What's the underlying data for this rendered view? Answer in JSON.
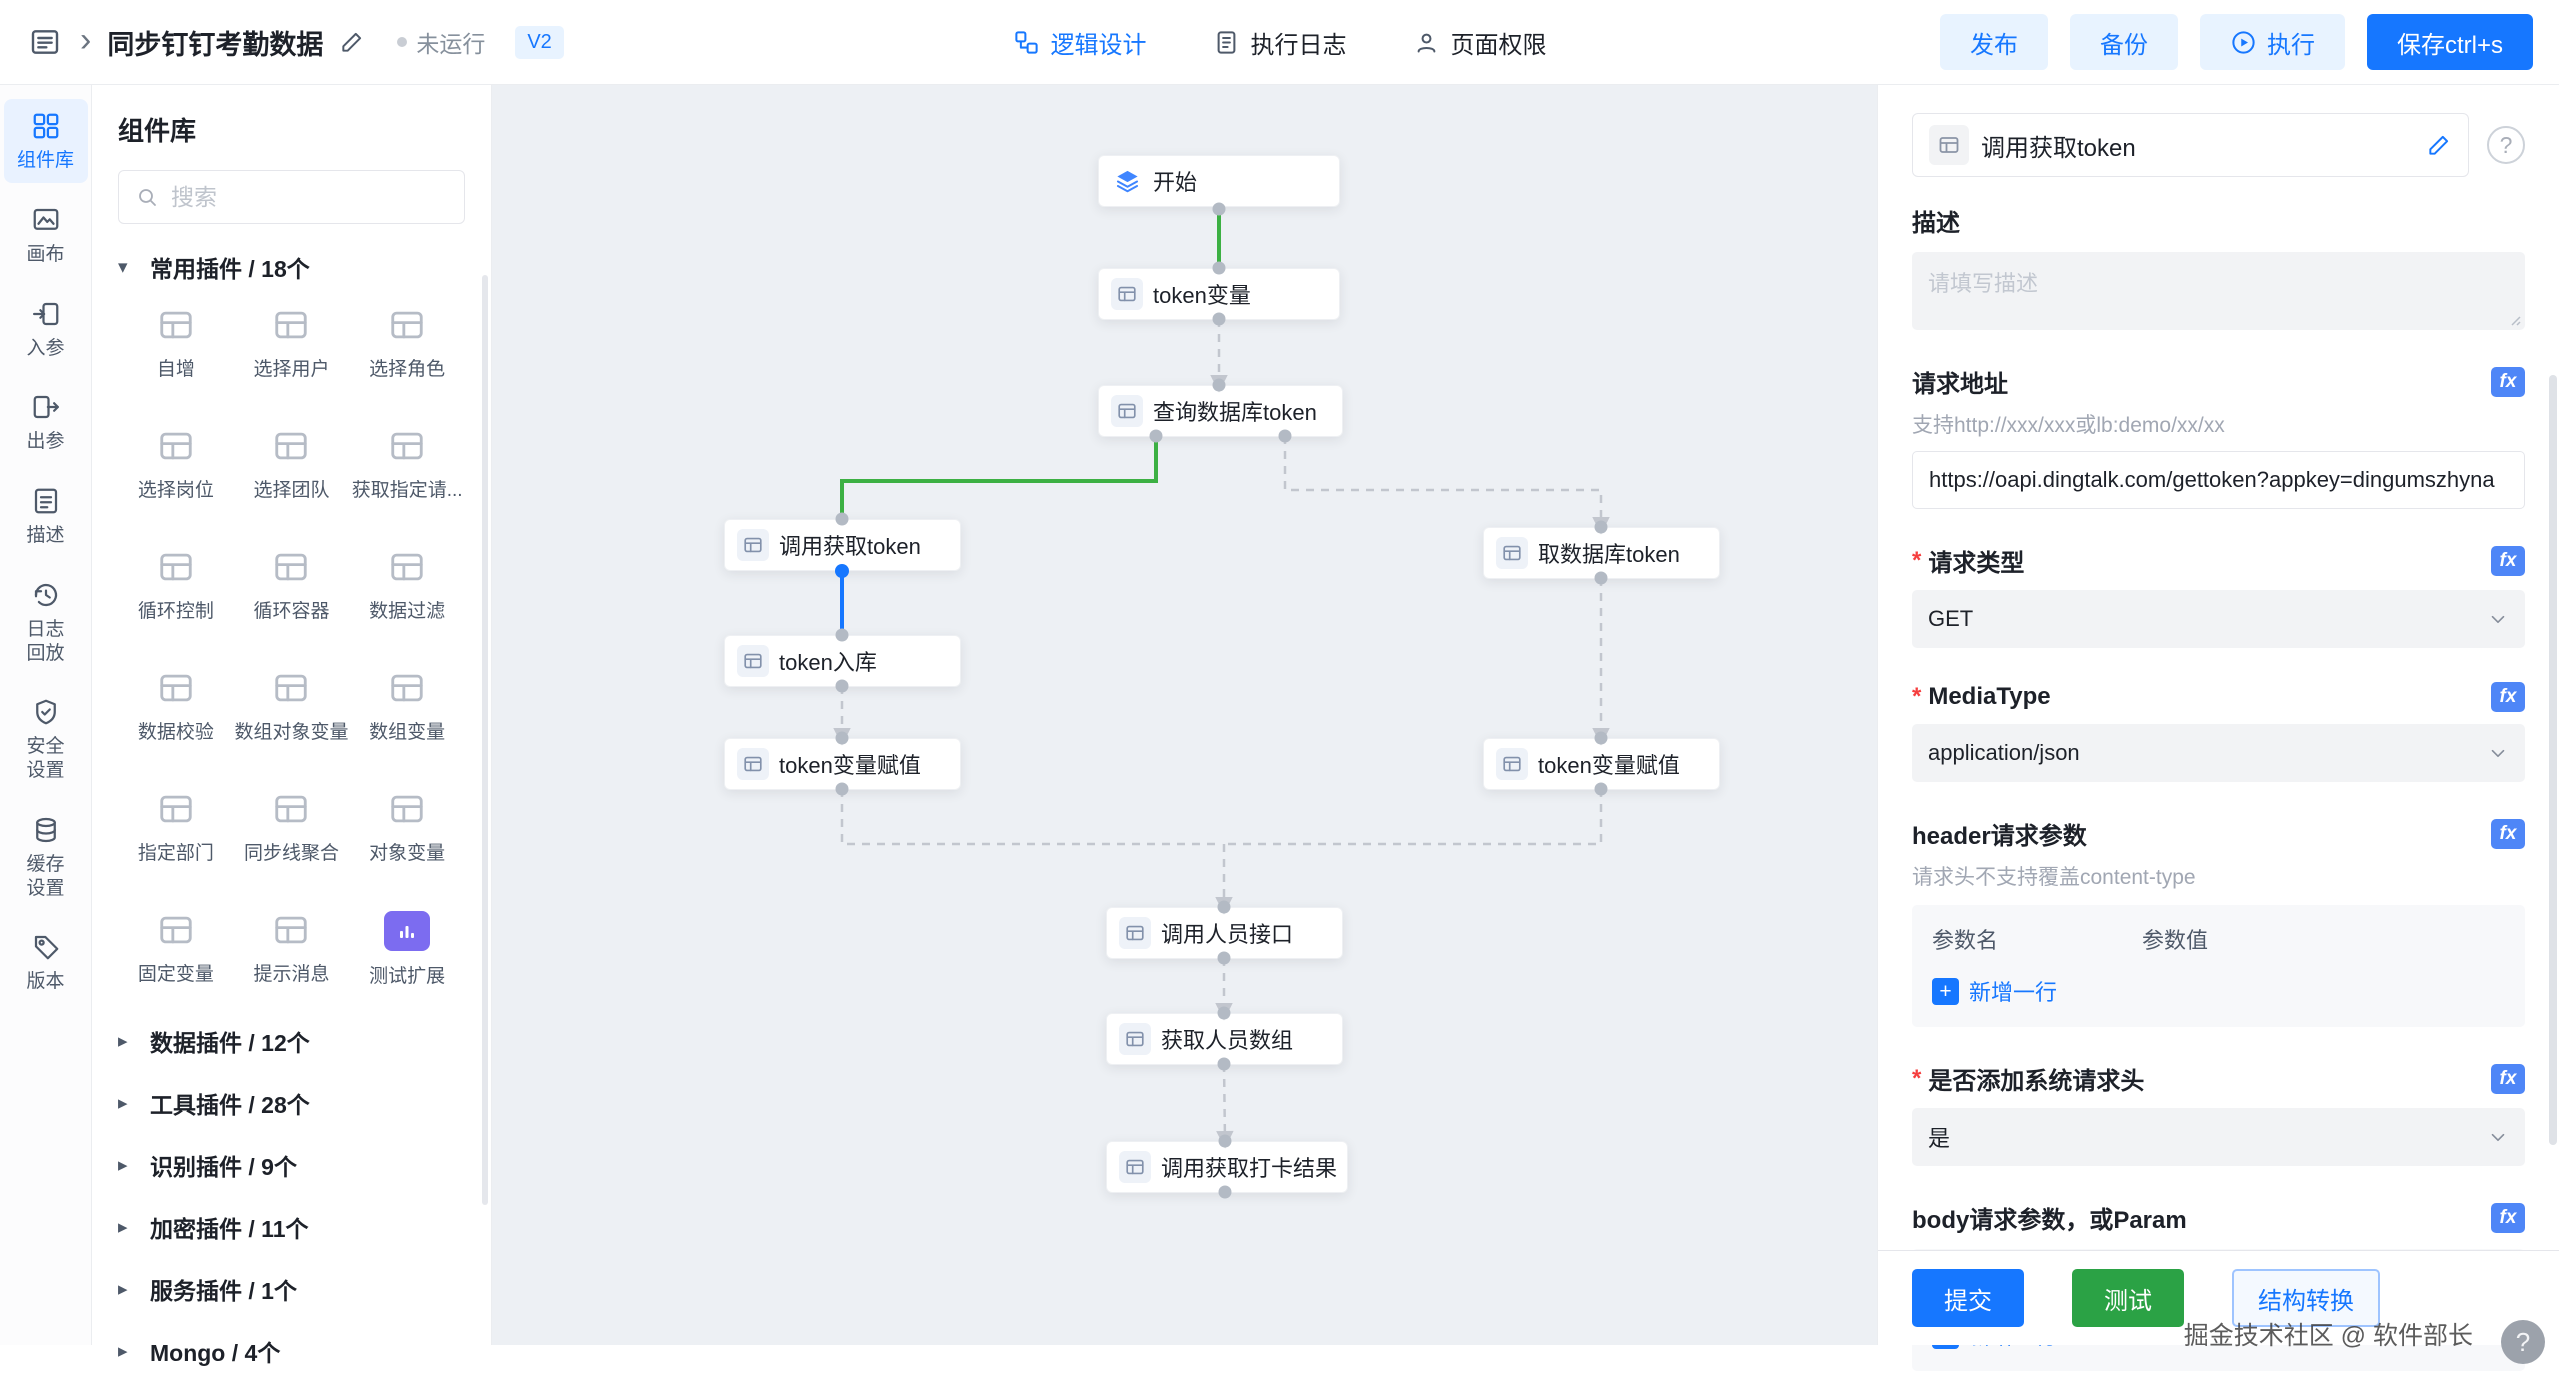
{
  "icons": {
    "fx": "fx",
    "plus": "+",
    "help": "?",
    "required": "*",
    "caret_down": "▾",
    "caret_right": "▸",
    "breadcrumb_chevron": "›"
  },
  "colors": {
    "accent": "#1677ff",
    "accent_soft_bg": "#e8f3ff",
    "green_button": "#2ba245",
    "edge_green": "#3cb043",
    "edge_blue": "#1677ff",
    "edge_gray": "#c2c6ce",
    "purple_icon": "#7c6cf0"
  },
  "topbar": {
    "title": "同步钉钉考勤数据",
    "status": "未运行",
    "version": "V2",
    "tabs": [
      {
        "name": "logic-design",
        "label": "逻辑设计",
        "active": true
      },
      {
        "name": "exec-log",
        "label": "执行日志",
        "active": false
      },
      {
        "name": "page-permission",
        "label": "页面权限",
        "active": false
      }
    ],
    "publish": "发布",
    "backup": "备份",
    "run": "执行",
    "save": "保存ctrl+s"
  },
  "rail": {
    "items": [
      {
        "name": "components",
        "label": "组件库",
        "icon": "components-icon",
        "active": true
      },
      {
        "name": "canvas",
        "label": "画布",
        "icon": "canvas-icon",
        "active": false
      },
      {
        "name": "input-params",
        "label": "入参",
        "icon": "input-params-icon",
        "active": false
      },
      {
        "name": "output-params",
        "label": "出参",
        "icon": "output-params-icon",
        "active": false
      },
      {
        "name": "description",
        "label": "描述",
        "icon": "description-icon",
        "active": false
      },
      {
        "name": "log-replay",
        "label": "日志回放",
        "icon": "log-replay-icon",
        "active": false
      },
      {
        "name": "security-settings",
        "label": "安全设置",
        "icon": "security-settings-icon",
        "active": false
      },
      {
        "name": "cache-settings",
        "label": "缓存设置",
        "icon": "cache-settings-icon",
        "active": false
      },
      {
        "name": "version",
        "label": "版本",
        "icon": "version-icon",
        "active": false
      }
    ]
  },
  "library": {
    "title": "组件库",
    "search_placeholder": "搜索",
    "sections": [
      {
        "name": "common-plugins",
        "header": "常用插件 / 18个",
        "expanded": true,
        "items": [
          {
            "label": "自增"
          },
          {
            "label": "选择用户"
          },
          {
            "label": "选择角色"
          },
          {
            "label": "选择岗位"
          },
          {
            "label": "选择团队"
          },
          {
            "label": "获取指定请..."
          },
          {
            "label": "循环控制"
          },
          {
            "label": "循环容器"
          },
          {
            "label": "数据过滤"
          },
          {
            "label": "数据校验"
          },
          {
            "label": "数组对象变量"
          },
          {
            "label": "数组变量"
          },
          {
            "label": "指定部门"
          },
          {
            "label": "同步线聚合"
          },
          {
            "label": "对象变量"
          },
          {
            "label": "固定变量"
          },
          {
            "label": "提示消息"
          },
          {
            "label": "测试扩展",
            "variant": "purple"
          }
        ]
      },
      {
        "name": "data-plugins",
        "header": "数据插件 / 12个",
        "expanded": false
      },
      {
        "name": "tool-plugins",
        "header": "工具插件 / 28个",
        "expanded": false
      },
      {
        "name": "recognition-plugins",
        "header": "识别插件 / 9个",
        "expanded": false
      },
      {
        "name": "encryption-plugins",
        "header": "加密插件 / 11个",
        "expanded": false
      },
      {
        "name": "service-plugins",
        "header": "服务插件 / 1个",
        "expanded": false
      },
      {
        "name": "mongo",
        "header": "Mongo / 4个",
        "expanded": false
      }
    ]
  },
  "canvas": {
    "nodes": [
      {
        "id": "start",
        "label": "开始",
        "icon": "layers-icon"
      },
      {
        "id": "token-var",
        "label": "token变量",
        "icon": "table-icon"
      },
      {
        "id": "query-db-token",
        "label": "查询数据库token",
        "icon": "table-icon"
      },
      {
        "id": "call-get-token",
        "label": "调用获取token",
        "icon": "table-icon"
      },
      {
        "id": "token-store",
        "label": "token入库",
        "icon": "table-icon"
      },
      {
        "id": "token-assign-left",
        "label": "token变量赋值",
        "icon": "table-icon"
      },
      {
        "id": "get-db-token",
        "label": "取数据库token",
        "icon": "table-icon"
      },
      {
        "id": "token-assign-right",
        "label": "token变量赋值",
        "icon": "table-icon"
      },
      {
        "id": "call-people-api",
        "label": "调用人员接口",
        "icon": "table-icon"
      },
      {
        "id": "get-people-array",
        "label": "获取人员数组",
        "icon": "table-icon"
      },
      {
        "id": "call-punch-result",
        "label": "调用获取打卡结果",
        "icon": "table-icon"
      }
    ]
  },
  "inspector": {
    "node_title": "调用获取token",
    "desc_label": "描述",
    "desc_placeholder": "请填写描述",
    "url_label": "请求地址",
    "url_hint": "支持http://xxx/xxx或lb:demo/xx/xx",
    "url_value": "https://oapi.dingtalk.com/gettoken?appkey=dingumszhyna",
    "method_label": "请求类型",
    "method_value": "GET",
    "media_label": "MediaType",
    "media_value": "application/json",
    "header_label": "header请求参数",
    "header_hint": "请求头不支持覆盖content-type",
    "param_name_col": "参数名",
    "param_value_col": "参数值",
    "add_row": "新增一行",
    "sys_header_label": "是否添加系统请求头",
    "sys_header_value": "是",
    "body_label": "body请求参数，或Param",
    "footer": {
      "submit": "提交",
      "test": "测试",
      "transform": "结构转换"
    }
  },
  "watermark": "掘金技术社区 @ 软件部长"
}
